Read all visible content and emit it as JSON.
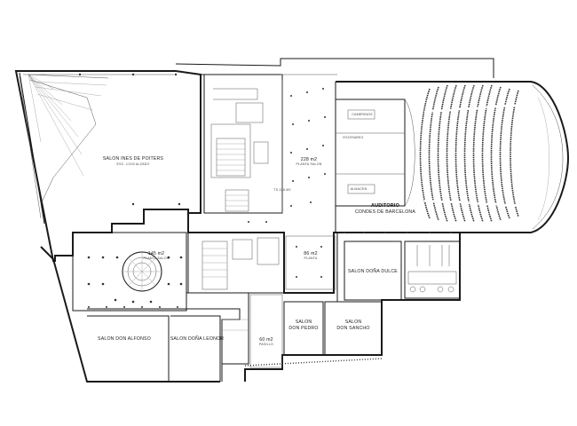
{
  "rooms": {
    "ines": {
      "name": "SALON INES DE POITERS",
      "sub": "ESC. 1/100 ALZADO"
    },
    "hall_a": {
      "area": "228 m2",
      "sub": "PLANTA SALON"
    },
    "hall_a_side": "TS 228 M2",
    "auditorio": {
      "name": "AUDITORIO",
      "sub": "CONDES DE BARCELONA"
    },
    "label_stage_top": "CAMERINOS",
    "label_stage_mid": "ESCENARIO",
    "label_stage_low": "ALMACEN",
    "rotunda": {
      "area": "145 m2",
      "sub": "PLANTA SALON"
    },
    "foyer": {
      "area": "86 m2",
      "sub": "PLANTA"
    },
    "dona_dulce": "SALON DOÑA DULCE",
    "don_pedro": {
      "l1": "SALON",
      "l2": "DON PEDRO"
    },
    "don_sancho": {
      "l1": "SALON",
      "l2": "DON SANCHO"
    },
    "don_alfonso": "SALON DON ALFONSO",
    "dona_leonor": "SALON DOÑA LEONOR",
    "corridor": {
      "area": "60 m2",
      "sub": "PASILLO"
    }
  }
}
